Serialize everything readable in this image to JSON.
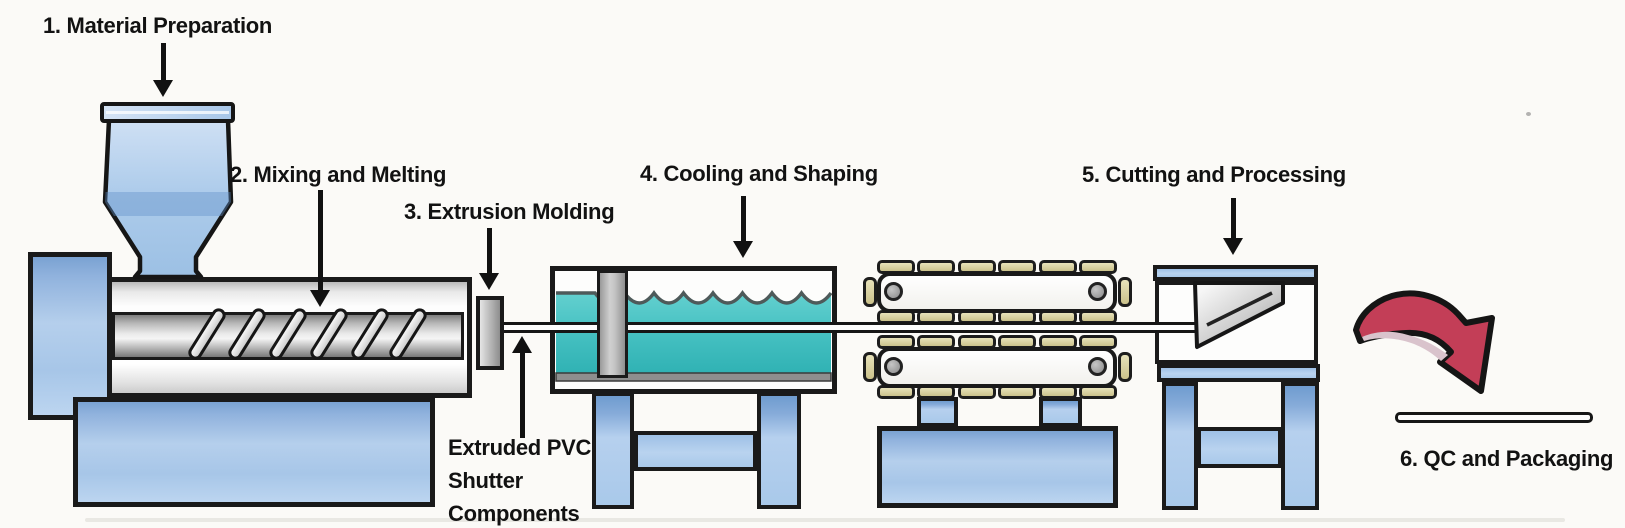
{
  "diagram": {
    "steps": [
      {
        "label": "1. Material Preparation"
      },
      {
        "label": "2. Mixing and Melting"
      },
      {
        "label": "3. Extrusion Molding"
      },
      {
        "label": "4. Cooling and Shaping"
      },
      {
        "label": "5. Cutting and Processing"
      },
      {
        "label": "6. QC and Packaging"
      }
    ],
    "annotation": {
      "line1": "Extruded PVC",
      "line2": "Shutter",
      "line3": "Components"
    },
    "palette": {
      "outline": "#1a1a1a",
      "machine_blue": "#a9c7e8",
      "machine_blue_shadow": "#7aa2d2",
      "metal_gray": "#b8b8b8",
      "water_teal": "#49c3c4",
      "track_pad_tan": "#d8d1a0",
      "qc_arrow_red": "#c33e57",
      "qc_arrow_pink": "#d9c3cc"
    }
  }
}
